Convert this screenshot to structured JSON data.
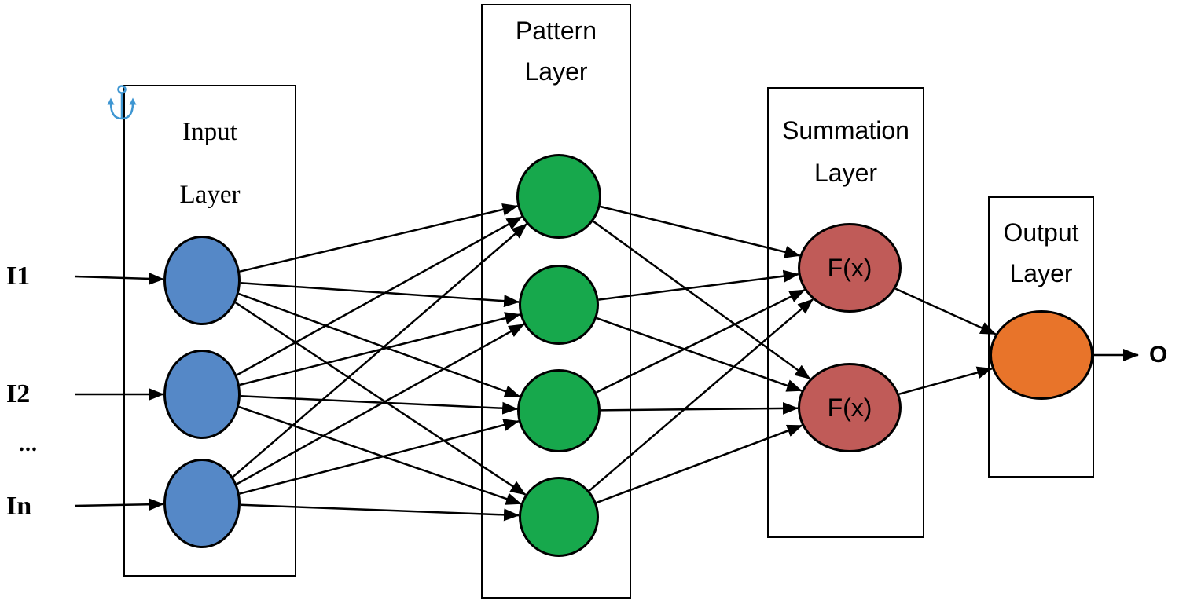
{
  "diagram": {
    "type": "neural-network-architecture",
    "layers": [
      {
        "name": "input",
        "line1": "Input",
        "line2": "Layer"
      },
      {
        "name": "pattern",
        "line1": "Pattern",
        "line2": "Layer"
      },
      {
        "name": "summation",
        "line1": "Summation",
        "line2": "Layer"
      },
      {
        "name": "output",
        "line1": "Output",
        "line2": "Layer"
      }
    ],
    "input_labels": {
      "first": "I1",
      "second": "I2",
      "ellipsis": "...",
      "last": "In"
    },
    "output_label": "O",
    "summation_node_label": "F(x)",
    "node_counts": {
      "input": 3,
      "pattern": 4,
      "summation": 2,
      "output": 1
    },
    "colors": {
      "input_node": "#5588C7",
      "pattern_node": "#17A84C",
      "summation_node": "#C05B58",
      "output_node": "#E8742A",
      "edge": "#000000",
      "node_border": "#000000",
      "box_border": "#000000",
      "text": "#000000",
      "anchor_icon": "#3E96D2",
      "background": "#FFFFFF"
    },
    "edges": [
      [
        "x1",
        "in1"
      ],
      [
        "x2",
        "in2"
      ],
      [
        "x3",
        "in3"
      ],
      [
        "in1",
        "pat1"
      ],
      [
        "in1",
        "pat2"
      ],
      [
        "in1",
        "pat3"
      ],
      [
        "in1",
        "pat4"
      ],
      [
        "in2",
        "pat1"
      ],
      [
        "in2",
        "pat2"
      ],
      [
        "in2",
        "pat3"
      ],
      [
        "in2",
        "pat4"
      ],
      [
        "in3",
        "pat1"
      ],
      [
        "in3",
        "pat2"
      ],
      [
        "in3",
        "pat3"
      ],
      [
        "in3",
        "pat4"
      ],
      [
        "pat1",
        "sum1"
      ],
      [
        "pat1",
        "sum2"
      ],
      [
        "pat2",
        "sum1"
      ],
      [
        "pat2",
        "sum2"
      ],
      [
        "pat3",
        "sum1"
      ],
      [
        "pat3",
        "sum2"
      ],
      [
        "pat4",
        "sum1"
      ],
      [
        "pat4",
        "sum2"
      ],
      [
        "sum1",
        "out1"
      ],
      [
        "sum2",
        "out1"
      ],
      [
        "out1",
        "xo"
      ]
    ]
  }
}
